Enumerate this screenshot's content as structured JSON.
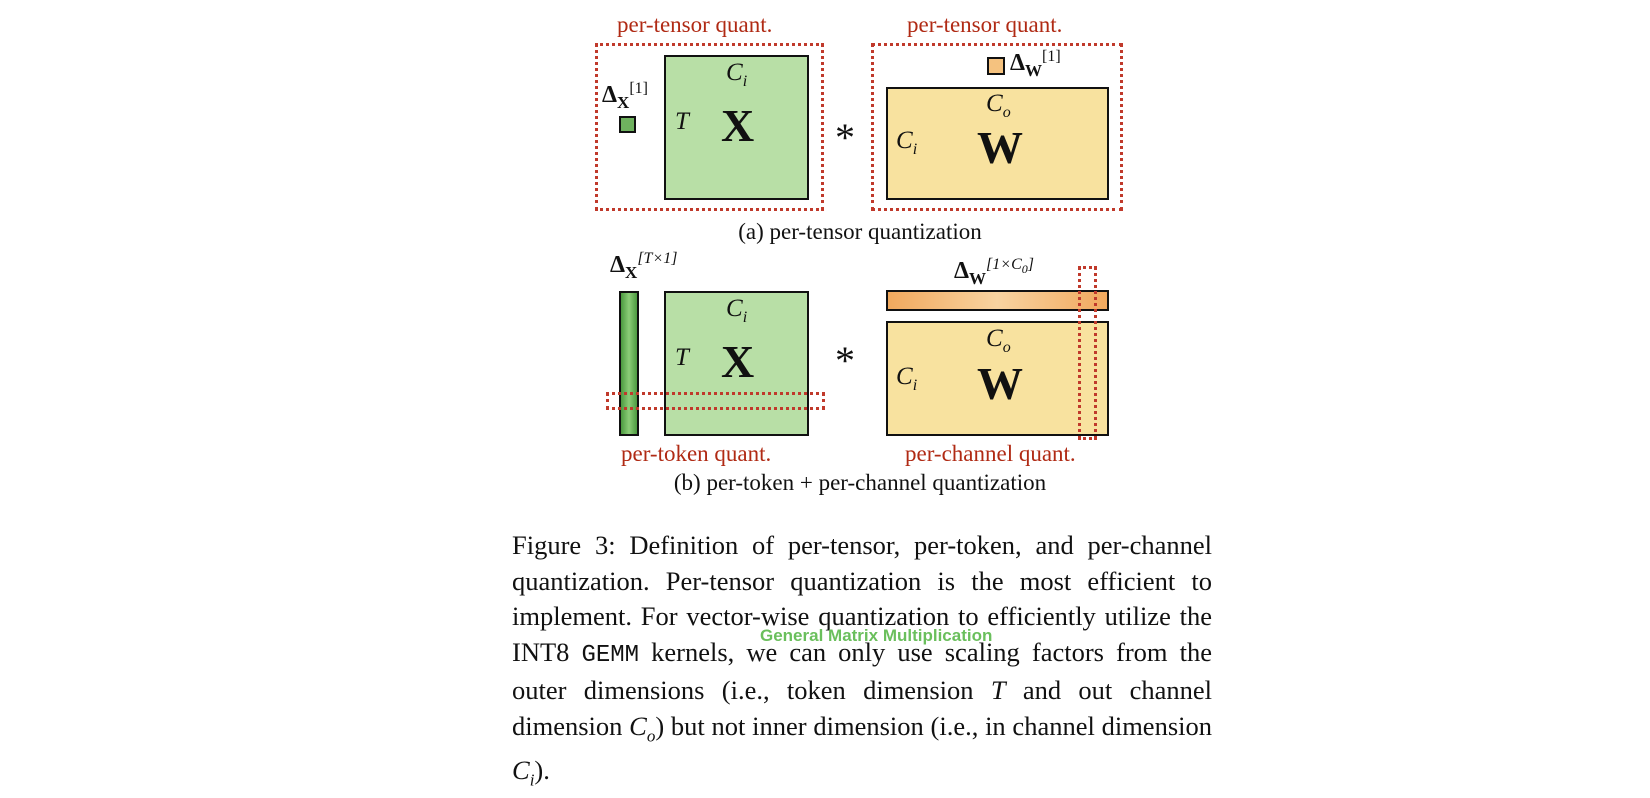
{
  "panel_a": {
    "left_label": "per-tensor quant.",
    "right_label": "per-tensor quant.",
    "delta_x": "Δ",
    "delta_x_sub": "X",
    "delta_x_sup": "[1]",
    "delta_w": "Δ",
    "delta_w_sub": "W",
    "delta_w_sup": "[1]",
    "x_dim_top": "C",
    "x_dim_top_sub": "i",
    "x_dim_left": "T",
    "x_symbol": "X",
    "w_dim_top": "C",
    "w_dim_top_sub": "o",
    "w_dim_left": "C",
    "w_dim_left_sub": "i",
    "w_symbol": "W",
    "operator": "*",
    "subcaption": "(a) per-tensor quantization"
  },
  "panel_b": {
    "left_label": "per-token quant.",
    "right_label": "per-channel quant.",
    "delta_x": "Δ",
    "delta_x_sub": "X",
    "delta_x_sup": "[T×1]",
    "delta_w": "Δ",
    "delta_w_sub": "W",
    "delta_w_sup": "[1×C",
    "delta_w_sup_sub": "0",
    "delta_w_sup_end": "]",
    "x_dim_top": "C",
    "x_dim_top_sub": "i",
    "x_dim_left": "T",
    "x_symbol": "X",
    "w_dim_top": "C",
    "w_dim_top_sub": "o",
    "w_dim_left": "C",
    "w_dim_left_sub": "i",
    "w_symbol": "W",
    "operator": "*",
    "subcaption": "(b) per-token + per-channel quantization"
  },
  "caption": {
    "part1": "Figure 3: Definition of per-tensor, per-token, and per-channel quantization. Per-tensor quantization is the most efficient to implement. For vector-wise quantization to efficiently utilize the INT8 ",
    "code": "GEMM",
    "part2": " kernels, we can only use scaling factors from the outer dimensions (i.e., token dimension ",
    "var_t": "T",
    "part3": " and out channel dimension ",
    "var_co": "C",
    "var_co_sub": "o",
    "part4": ") but not inner dimension (i.e., in channel dimension ",
    "var_ci": "C",
    "var_ci_sub": "i",
    "part5": ")."
  },
  "overlay_text": "General Matrix Multiplication",
  "colors": {
    "x_matrix": "#b8dfa6",
    "w_matrix": "#f8e29f",
    "quant_label": "#b02a14",
    "dotted_box": "#c0392b",
    "overlay": "#6abf5c"
  }
}
